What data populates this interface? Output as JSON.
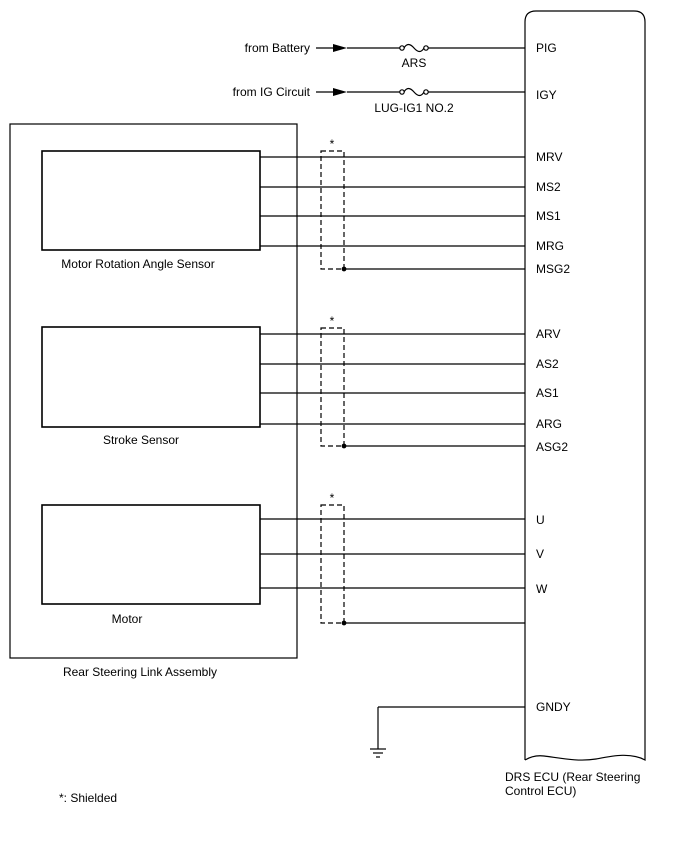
{
  "ecu": {
    "label_line1": "DRS ECU (Rear Steering",
    "label_line2": "Control ECU)"
  },
  "power": [
    {
      "source": "from Battery",
      "fuse": "ARS",
      "pin": "PIG"
    },
    {
      "source": "from IG Circuit",
      "fuse": "LUG-IG1 NO.2",
      "pin": "IGY"
    }
  ],
  "assembly": {
    "label": "Rear Steering Link Assembly"
  },
  "components": [
    {
      "label": "Motor Rotation Angle Sensor",
      "pins": [
        "MRV",
        "MS2",
        "MS1",
        "MRG"
      ],
      "shield_pin": "MSG2",
      "shield_mark": "*"
    },
    {
      "label": "Stroke Sensor",
      "pins": [
        "ARV",
        "AS2",
        "AS1",
        "ARG"
      ],
      "shield_pin": "ASG2",
      "shield_mark": "*"
    },
    {
      "label": "Motor",
      "pins": [
        "U",
        "V",
        "W"
      ],
      "shield_pin": "",
      "shield_mark": "*"
    }
  ],
  "ground": {
    "pin": "GNDY"
  },
  "footnote": "*: Shielded"
}
